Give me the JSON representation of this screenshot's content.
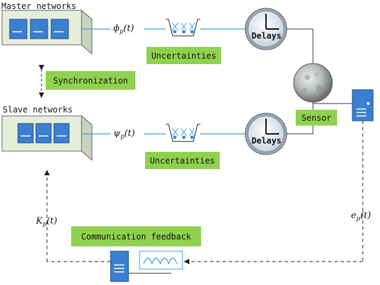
{
  "master": {
    "title": "Master networks",
    "signal": "ϕ",
    "signal_sub": "p",
    "signal_arg": "(t)"
  },
  "slave": {
    "title": "Slave networks",
    "signal": "ψ",
    "signal_sub": "p",
    "signal_arg": "(t)"
  },
  "labels": {
    "sync": "Synchronization",
    "uncertainties_top": "Uncertainties",
    "uncertainties_bottom": "Uncertainties",
    "delays_top": "Delays",
    "delays_bottom": "Delays",
    "sensor": "Sensor",
    "feedback": "Communication feedback"
  },
  "error_signal": {
    "sym": "e",
    "sub": "p",
    "arg": "(t)"
  },
  "gain_signal": {
    "sym": "K",
    "sub": "p",
    "arg": "(t)"
  },
  "colors": {
    "box_green": "#8fd14f",
    "server_blue": "#3a7fd0",
    "line_blue": "#3fa0d0",
    "cabinet": "#e6eddb"
  }
}
